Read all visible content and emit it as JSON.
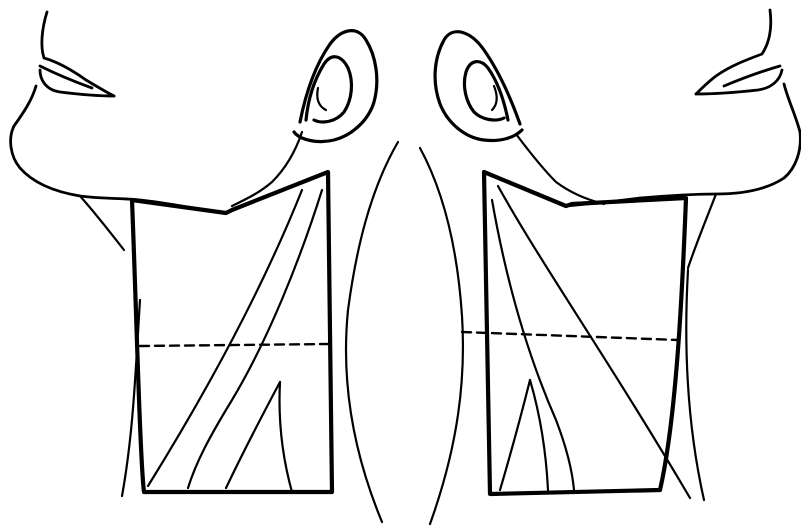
{
  "figure": {
    "panels": [
      {
        "side": "left",
        "view": "lateral-neck"
      },
      {
        "side": "right",
        "view": "lateral-neck"
      }
    ],
    "line_color": "#000000",
    "background_color": "#ffffff"
  }
}
